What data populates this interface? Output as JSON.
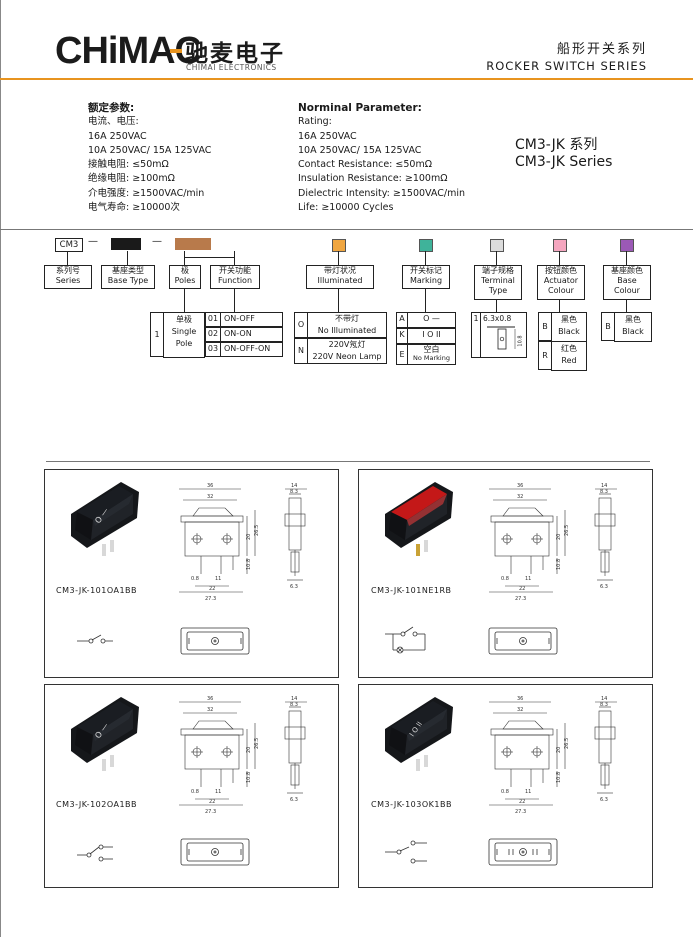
{
  "header": {
    "logo_text": "CHiMAC",
    "logo_cn": "驰麦电子",
    "logo_en": "CHIMAI ELECTRONICS",
    "title_cn": "船形开关系列",
    "title_en": "ROCKER SWITCH SERIES"
  },
  "params_cn": {
    "heading": "额定参数:",
    "lines": [
      "电流、电压:",
      "16A 250VAC",
      "10A 250VAC/ 15A 125VAC",
      "接触电阻: ≤50mΩ",
      "绝缘电阻: ≥100mΩ",
      "介电强度: ≥1500VAC/min",
      "电气寿命: ≥10000次"
    ]
  },
  "params_en": {
    "heading": "Norminal Parameter:",
    "lines": [
      "Rating:",
      "16A 250VAC",
      "10A 250VAC/ 15A 125VAC",
      "Contact Resistance: ≤50mΩ",
      "Insulation Resistance: ≥100mΩ",
      "Dielectric Intensity: ≥1500VAC/min",
      "Life: ≥10000 Cycles"
    ]
  },
  "series": {
    "line1": "CM3-JK 系列",
    "line2": "CM3-JK Series"
  },
  "code": {
    "prefix": "CM3",
    "dash": "—",
    "colors": {
      "black": "#1a1a1a",
      "brown": "#b87a4b",
      "orange": "#f0a640",
      "teal": "#3fb39a",
      "gray": "#dcdcdc",
      "pink": "#f5a6bf",
      "purple": "#9b59b6"
    },
    "labels": {
      "series": [
        "系列号",
        "Series"
      ],
      "base_type": [
        "基座类型",
        "Base Type"
      ],
      "poles": [
        "极",
        "Poles"
      ],
      "function": [
        "开关功能",
        "Function"
      ],
      "illuminated": [
        "带灯状况",
        "Illuminated"
      ],
      "marking": [
        "开关标记",
        "Marking"
      ],
      "terminal": [
        "端子规格",
        "Terminal",
        "Type"
      ],
      "actuator": [
        "按钮颜色",
        "Actuator",
        "Colour"
      ],
      "base_colour": [
        "基座颜色",
        "Base",
        "Colour"
      ]
    },
    "poles_table": {
      "num": "1",
      "cn": "单极",
      "en1": "Single",
      "en2": "Pole"
    },
    "function_table": [
      {
        "code": "01",
        "name": "ON-OFF"
      },
      {
        "code": "02",
        "name": "ON-ON"
      },
      {
        "code": "03",
        "name": "ON-OFF-ON"
      }
    ],
    "illum_table": [
      {
        "code": "O",
        "cn": "不带灯",
        "en": "No Illuminated"
      },
      {
        "code": "N",
        "cn": "220V氖灯",
        "en": "220V Neon Lamp"
      }
    ],
    "marking_table": [
      {
        "code": "A",
        "sym": "O   —"
      },
      {
        "code": "K",
        "sym": "I  O  II"
      },
      {
        "code": "E",
        "cn": "空白",
        "en": "No Marking"
      }
    ],
    "terminal_table": {
      "num": "1",
      "size": "6.3x0.8",
      "dim": "10.8"
    },
    "actuator_table": [
      {
        "code": "B",
        "cn": "黑色",
        "en": "Black"
      },
      {
        "code": "R",
        "cn": "红色",
        "en": "Red"
      }
    ],
    "base_table": [
      {
        "code": "B",
        "cn": "黑色",
        "en": "Black"
      }
    ]
  },
  "products": [
    {
      "model": "CM3-JK-101OA1BB",
      "rocker_color": "#1a1d22",
      "marks": "O —"
    },
    {
      "model": "CM3-JK-101NE1RB",
      "rocker_color": "#c41818",
      "marks": ""
    },
    {
      "model": "CM3-JK-102OA1BB",
      "rocker_color": "#1a1d22",
      "marks": "O —"
    },
    {
      "model": "CM3-JK-103OK1BB",
      "rocker_color": "#1a1d22",
      "marks": "I O II"
    }
  ],
  "dims": {
    "w36": "36",
    "w32": "32",
    "w14": "14",
    "w83": "8.3",
    "h20": "20",
    "h265": "26.5",
    "h108": "10.8",
    "w08": "0.8",
    "w11": "11",
    "w22": "22",
    "w273": "27.3",
    "w63": "6.3"
  }
}
